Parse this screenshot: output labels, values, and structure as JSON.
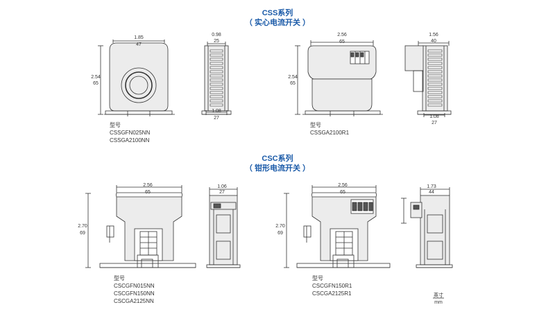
{
  "colors": {
    "heading": "#1a5aa8",
    "line": "#333333",
    "body_fill": "#ececec",
    "dark_fill": "#555555"
  },
  "headings": {
    "css_series": "CSS系列",
    "css_desc": "（ 实心电流开关 ）",
    "csc_series": "CSC系列",
    "csc_desc": "（ 钳形电流开关 ）"
  },
  "labels": {
    "model": "型号",
    "unit_inch": "英寸",
    "unit_mm": "mm"
  },
  "dimensions": {
    "css_solid_width": [
      "1.85",
      "47"
    ],
    "css_solid_height": [
      "2.54",
      "65"
    ],
    "css_solid_side_top": [
      "0.98",
      "25"
    ],
    "css_solid_side_bottom": [
      "1.08",
      "27"
    ],
    "css_relay_width": [
      "2.56",
      "65"
    ],
    "css_relay_height": [
      "2.54",
      "65"
    ],
    "css_relay_side_top": [
      "1.56",
      "40"
    ],
    "css_relay_side_bottom": [
      "1.08",
      "27"
    ],
    "csc_clamp_width": [
      "2.56",
      "65"
    ],
    "csc_clamp_height": [
      "2.70",
      "69"
    ],
    "csc_clamp_side": [
      "1.06",
      "27"
    ],
    "csc_relay_width": [
      "2.56",
      "65"
    ],
    "csc_relay_height": [
      "2.70",
      "69"
    ],
    "csc_relay_side": [
      "1.73",
      "44"
    ]
  },
  "models": {
    "css_solid": [
      "CSSGFN025NN",
      "CSSGA2100NN"
    ],
    "css_relay": [
      "CSSGA2100R1"
    ],
    "csc_clamp": [
      "CSCGFN015NN",
      "CSCGFN150NN",
      "CSCGA2125NN"
    ],
    "csc_relay": [
      "CSCGFN150R1",
      "CSCGA2125R1"
    ]
  }
}
